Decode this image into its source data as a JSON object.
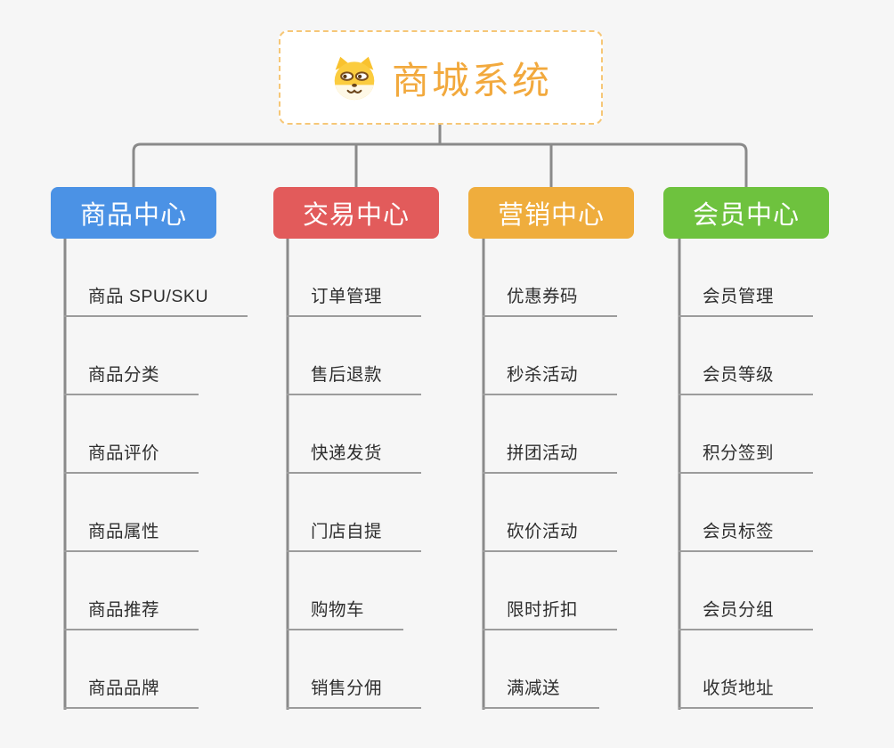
{
  "page": {
    "background": "#F6F6F6"
  },
  "root": {
    "title": "商城系统",
    "icon": "shiba-dog-icon",
    "title_color": "#F2A93D",
    "border_color": "#F6C777"
  },
  "connector_color": "#8A8A8A",
  "underline_color": "#9C9C9C",
  "leaf_text_color": "#2E2E2E",
  "branches": [
    {
      "label": "商品中心",
      "color": "#4B92E5",
      "items": [
        "商品 SPU/SKU",
        "商品分类",
        "商品评价",
        "商品属性",
        "商品推荐",
        "商品品牌"
      ]
    },
    {
      "label": "交易中心",
      "color": "#E25B5B",
      "items": [
        "订单管理",
        "售后退款",
        "快递发货",
        "门店自提",
        "购物车",
        "销售分佣"
      ]
    },
    {
      "label": "营销中心",
      "color": "#EFAD3D",
      "items": [
        "优惠券码",
        "秒杀活动",
        "拼团活动",
        "砍价活动",
        "限时折扣",
        "满减送"
      ]
    },
    {
      "label": "会员中心",
      "color": "#6EC23E",
      "items": [
        "会员管理",
        "会员等级",
        "积分签到",
        "会员标签",
        "会员分组",
        "收货地址"
      ]
    }
  ]
}
